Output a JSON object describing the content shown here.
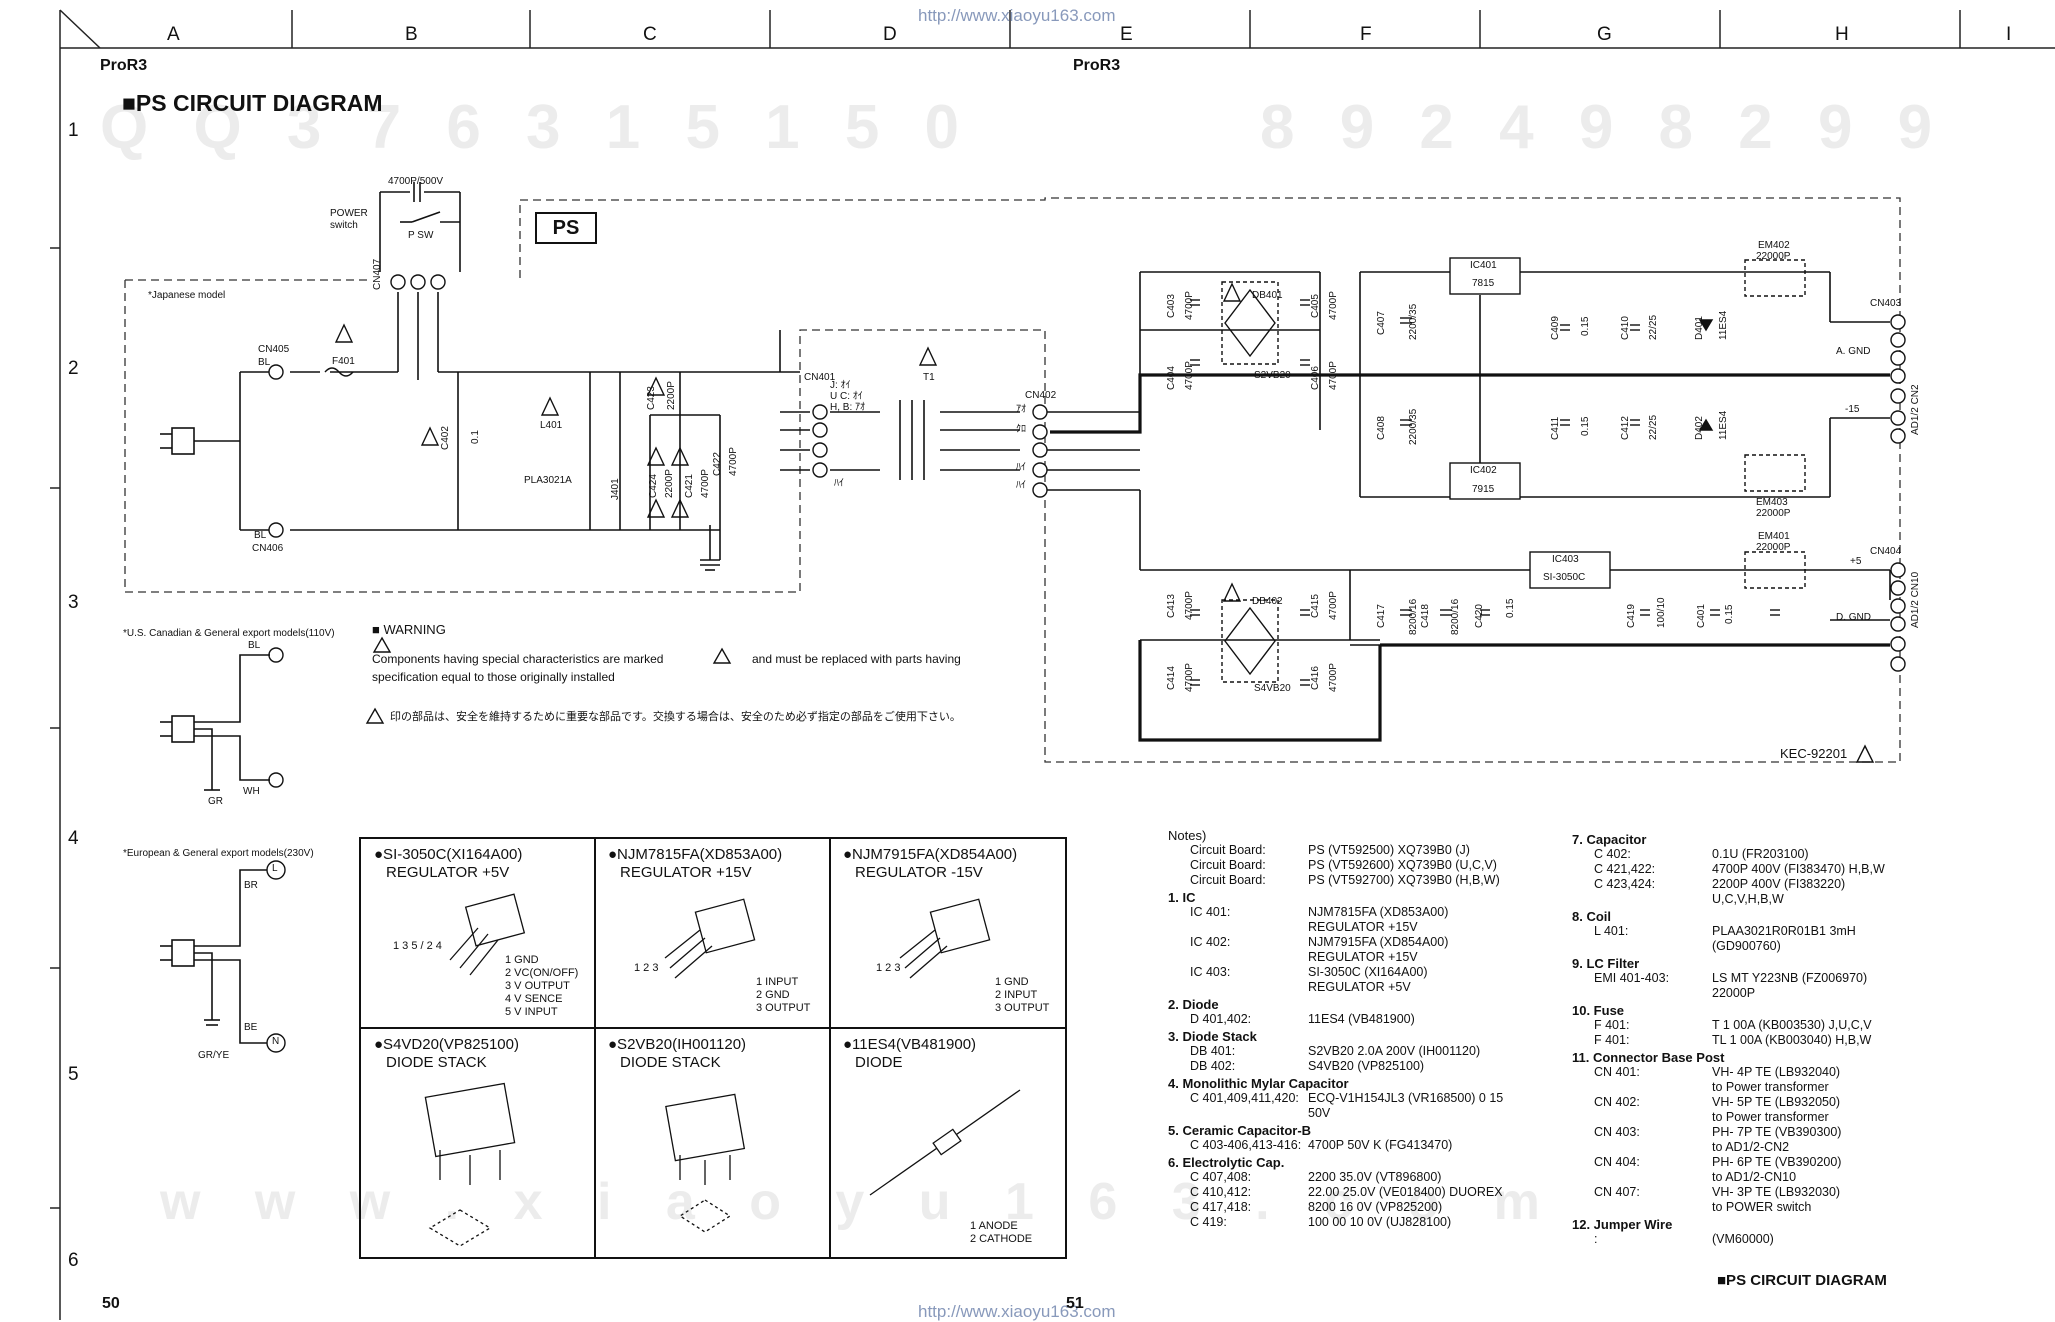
{
  "header": {
    "url_top": "http://www.xiaoyu163.com",
    "url_bottom": "http://www.xiaoyu163.com",
    "model_left": "ProR3",
    "model_right": "ProR3",
    "page_left": "50",
    "page_right": "51",
    "title": "■PS CIRCUIT DIAGRAM",
    "footer_title": "■PS CIRCUIT DIAGRAM"
  },
  "grid": {
    "cols": [
      "A",
      "B",
      "C",
      "D",
      "E",
      "F",
      "G",
      "H",
      "I"
    ],
    "rows": [
      "1",
      "2",
      "3",
      "4",
      "5",
      "6"
    ]
  },
  "watermarks": {
    "top_left": "Q Q   3 7 6 3 1 5 1 5 0",
    "top_right": "8 9 2 4 9 8 2 9 9",
    "bottom": "w w w . x i a o y u 1 6 3 . c o m"
  },
  "schematic": {
    "board_label": "PS",
    "cap_label": "4700P/500V",
    "power_switch": "POWER\nswitch",
    "p_sw": "P  SW",
    "cn407": "CN407",
    "japanese_model": "*Japanese model",
    "cn405": "CN405",
    "bl": "BL",
    "f401": "F401",
    "cn406": "CN406",
    "c402": "C402",
    "c402_val": "0.1",
    "l401": "L401",
    "pla": "PLA3021A",
    "j401": "J401",
    "c423": "C423",
    "c423v": "2200P",
    "c424": "C424",
    "c424v": "2200P",
    "c421": "C421",
    "c421v": "4700P",
    "c422": "C422",
    "c422v": "4700P",
    "cn401": "CN401",
    "cn401_note": "J: ｵｲ\nU C: ｵｲ\nH, B: ｱｵ",
    "t1": "T1",
    "cn402": "CN402",
    "pin_ao": "ｱｵ",
    "pin_kuro": "ｸﾛ",
    "pin_hai1": "ﾊｲ",
    "pin_hai2": "ﾊｲ",
    "pin_hai3": "ﾊｲ",
    "c403": "C403",
    "c403v": "4700P",
    "c404": "C404",
    "c404v": "4700P",
    "c405": "C405",
    "c405v": "4700P",
    "c406": "C406",
    "c406v": "4700P",
    "db401": "DB401",
    "s2vb20": "S2VB20",
    "c407": "C407",
    "c407v": "2200/35",
    "c408": "C408",
    "c408v": "2200/35",
    "ic401": "IC401",
    "ic401v": "7815",
    "ic402": "IC402",
    "ic402v": "7915",
    "c409": "C409",
    "c409v": "0.15",
    "c410": "C410",
    "c410v": "22/25",
    "c411": "C411",
    "c411v": "0.15",
    "c412": "C412",
    "c412v": "22/25",
    "d401": "D401",
    "d401v": "11ES4",
    "d402": "D402",
    "d402v": "11ES4",
    "em402": "EM402",
    "em402v": "22000P",
    "em403": "EM403",
    "em403v": "22000P",
    "cn403": "CN403",
    "agnd": "A. GND",
    "m15": "-15",
    "to_ad1_cn2": "AD1/2 CN2",
    "c413": "C413",
    "c413v": "4700P",
    "c414": "C414",
    "c414v": "4700P",
    "c415": "C415",
    "c415v": "4700P",
    "c416": "C416",
    "c416v": "4700P",
    "db402": "DB402",
    "s4vb20": "S4VB20",
    "c417": "C417",
    "c417v": "8200/16",
    "c418": "C418",
    "c418v": "8200/16",
    "c420": "C420",
    "c420v": "0.15",
    "ic403": "IC403",
    "ic403v": "SI-3050C",
    "c419": "C419",
    "c419v": "100/10",
    "c401": "C401",
    "c401v": "0.15",
    "em401": "EM401",
    "em401v": "22000P",
    "cn404": "CN404",
    "p5": "+5",
    "dgnd": "D. GND",
    "to_ad1_cn10": "AD1/2 CN10",
    "kec": "KEC-92201",
    "us_models": "*U.S. Canadian & General export models(110V)",
    "eu_models": "*European & General export models(230V)",
    "gr": "GR",
    "wh": "WH",
    "br": "BR",
    "be": "BE",
    "grye": "GR/YE",
    "l_circ": "L",
    "n_circ": "N",
    "warning_title": "■ WARNING",
    "warning_text_1": "Components having special characteristics are marked",
    "warning_text_2": "and must be replaced with parts having",
    "warning_text_3": "specification equal to those originally installed",
    "warning_jp": "印の部品は、安全を維持するために重要な部品です。交換する場合は、安全のため必ず指定の部品をご使用下さい。"
  },
  "parts_table": [
    {
      "title": "●SI-3050C(XI164A00)",
      "sub": "REGULATOR +5V",
      "pins": [
        "1 GND",
        "2 VC(ON/OFF)",
        "3 V OUTPUT",
        "4 V SENCE",
        "5 V INPUT"
      ],
      "nums": "1 3 5 / 2 4"
    },
    {
      "title": "●NJM7815FA(XD853A00)",
      "sub": "REGULATOR +15V",
      "pins": [
        "1 INPUT",
        "2 GND",
        "3 OUTPUT"
      ],
      "nums": "1 2 3"
    },
    {
      "title": "●NJM7915FA(XD854A00)",
      "sub": "REGULATOR -15V",
      "pins": [
        "1 GND",
        "2 INPUT",
        "3 OUTPUT"
      ],
      "nums": "1 2 3"
    },
    {
      "title": "●S4VD20(VP825100)",
      "sub": "DIODE STACK",
      "pins": [],
      "nums": ""
    },
    {
      "title": "●S2VB20(IH001120)",
      "sub": "DIODE STACK",
      "pins": [],
      "nums": ""
    },
    {
      "title": "●11ES4(VB481900)",
      "sub": "DIODE",
      "pins": [
        "1 ANODE",
        "2 CATHODE"
      ],
      "nums": "1 2"
    }
  ],
  "notes": {
    "heading": "Notes)",
    "circuit_boards": [
      {
        "label": "Circuit Board:",
        "value": "PS (VT592500) XQ739B0 (J)"
      },
      {
        "label": "Circuit Board:",
        "value": "PS (VT592600) XQ739B0 (U,C,V)"
      },
      {
        "label": "Circuit Board:",
        "value": "PS (VT592700) XQ739B0 (H,B,W)"
      }
    ],
    "sections_left": [
      {
        "head": "1.  IC",
        "rows": [
          [
            "IC   401:",
            "NJM7815FA (XD853A00)"
          ],
          [
            "",
            "REGULATOR +15V"
          ],
          [
            "IC   402:",
            "NJM7915FA (XD854A00)"
          ],
          [
            "",
            "REGULATOR +15V"
          ],
          [
            "IC   403:",
            "SI-3050C (XI164A00)"
          ],
          [
            "",
            "REGULATOR +5V"
          ]
        ]
      },
      {
        "head": "2.  Diode",
        "rows": [
          [
            "D 401,402:",
            "11ES4 (VB481900)"
          ]
        ]
      },
      {
        "head": "3.  Diode Stack",
        "rows": [
          [
            "DB 401:",
            "S2VB20  2.0A 200V (IH001120)"
          ],
          [
            "DB 402:",
            "S4VB20 (VP825100)"
          ]
        ]
      },
      {
        "head": "4.  Monolithic Mylar Capacitor",
        "rows": [
          [
            "C 401,409,411,420:",
            "ECQ-V1H154JL3  (VR168500)  0 15"
          ],
          [
            "",
            "50V"
          ]
        ]
      },
      {
        "head": "5.  Ceramic Capacitor-B",
        "rows": [
          [
            "C 403-406,413-416:",
            "4700P  50V K (FG413470)"
          ]
        ]
      },
      {
        "head": "6.  Electrolytic Cap.",
        "rows": [
          [
            "C 407,408:",
            "2200  35.0V (VT896800)"
          ],
          [
            "C 410,412:",
            "22.00  25.0V (VE018400) DUOREX"
          ],
          [
            "C 417,418:",
            "8200  16 0V (VP825200)"
          ],
          [
            "C 419:",
            "100 00  10 0V (UJ828100)"
          ]
        ]
      }
    ],
    "sections_right": [
      {
        "head": "7.  Capacitor",
        "rows": [
          [
            "C 402:",
            "0.1U (FR203100)"
          ],
          [
            "C 421,422:",
            "4700P 400V (FI383470) H,B,W"
          ],
          [
            "C 423,424:",
            "2200P 400V (FI383220)"
          ],
          [
            "",
            "U,C,V,H,B,W"
          ]
        ]
      },
      {
        "head": "8.  Coil",
        "rows": [
          [
            "L 401:",
            "PLAA3021R0R01B1 3mH"
          ],
          [
            "",
            "(GD900760)"
          ]
        ]
      },
      {
        "head": "9.  LC Filter",
        "rows": [
          [
            "EMI  401-403:",
            "LS MT Y223NB (FZ006970)"
          ],
          [
            "",
            "22000P"
          ]
        ]
      },
      {
        "head": "10. Fuse",
        "rows": [
          [
            "F 401:",
            "T 1 00A (KB003530) J,U,C,V"
          ],
          [
            "F 401:",
            "TL 1 00A (KB003040) H,B,W"
          ]
        ]
      },
      {
        "head": "11. Connector Base Post",
        "rows": [
          [
            "CN 401:",
            "VH- 4P TE (LB932040)"
          ],
          [
            "",
            "to Power transformer"
          ],
          [
            "CN 402:",
            "VH- 5P TE (LB932050)"
          ],
          [
            "",
            "to Power transformer"
          ],
          [
            "CN 403:",
            "PH- 7P TE (VB390300)"
          ],
          [
            "",
            "to AD1/2-CN2"
          ],
          [
            "CN 404:",
            "PH- 6P TE (VB390200)"
          ],
          [
            "",
            "to AD1/2-CN10"
          ],
          [
            "CN 407:",
            "VH- 3P TE (LB932030)"
          ],
          [
            "",
            "to POWER switch"
          ]
        ]
      },
      {
        "head": "12. Jumper Wire",
        "rows": [
          [
            ":",
            "(VM60000)"
          ]
        ]
      }
    ]
  }
}
